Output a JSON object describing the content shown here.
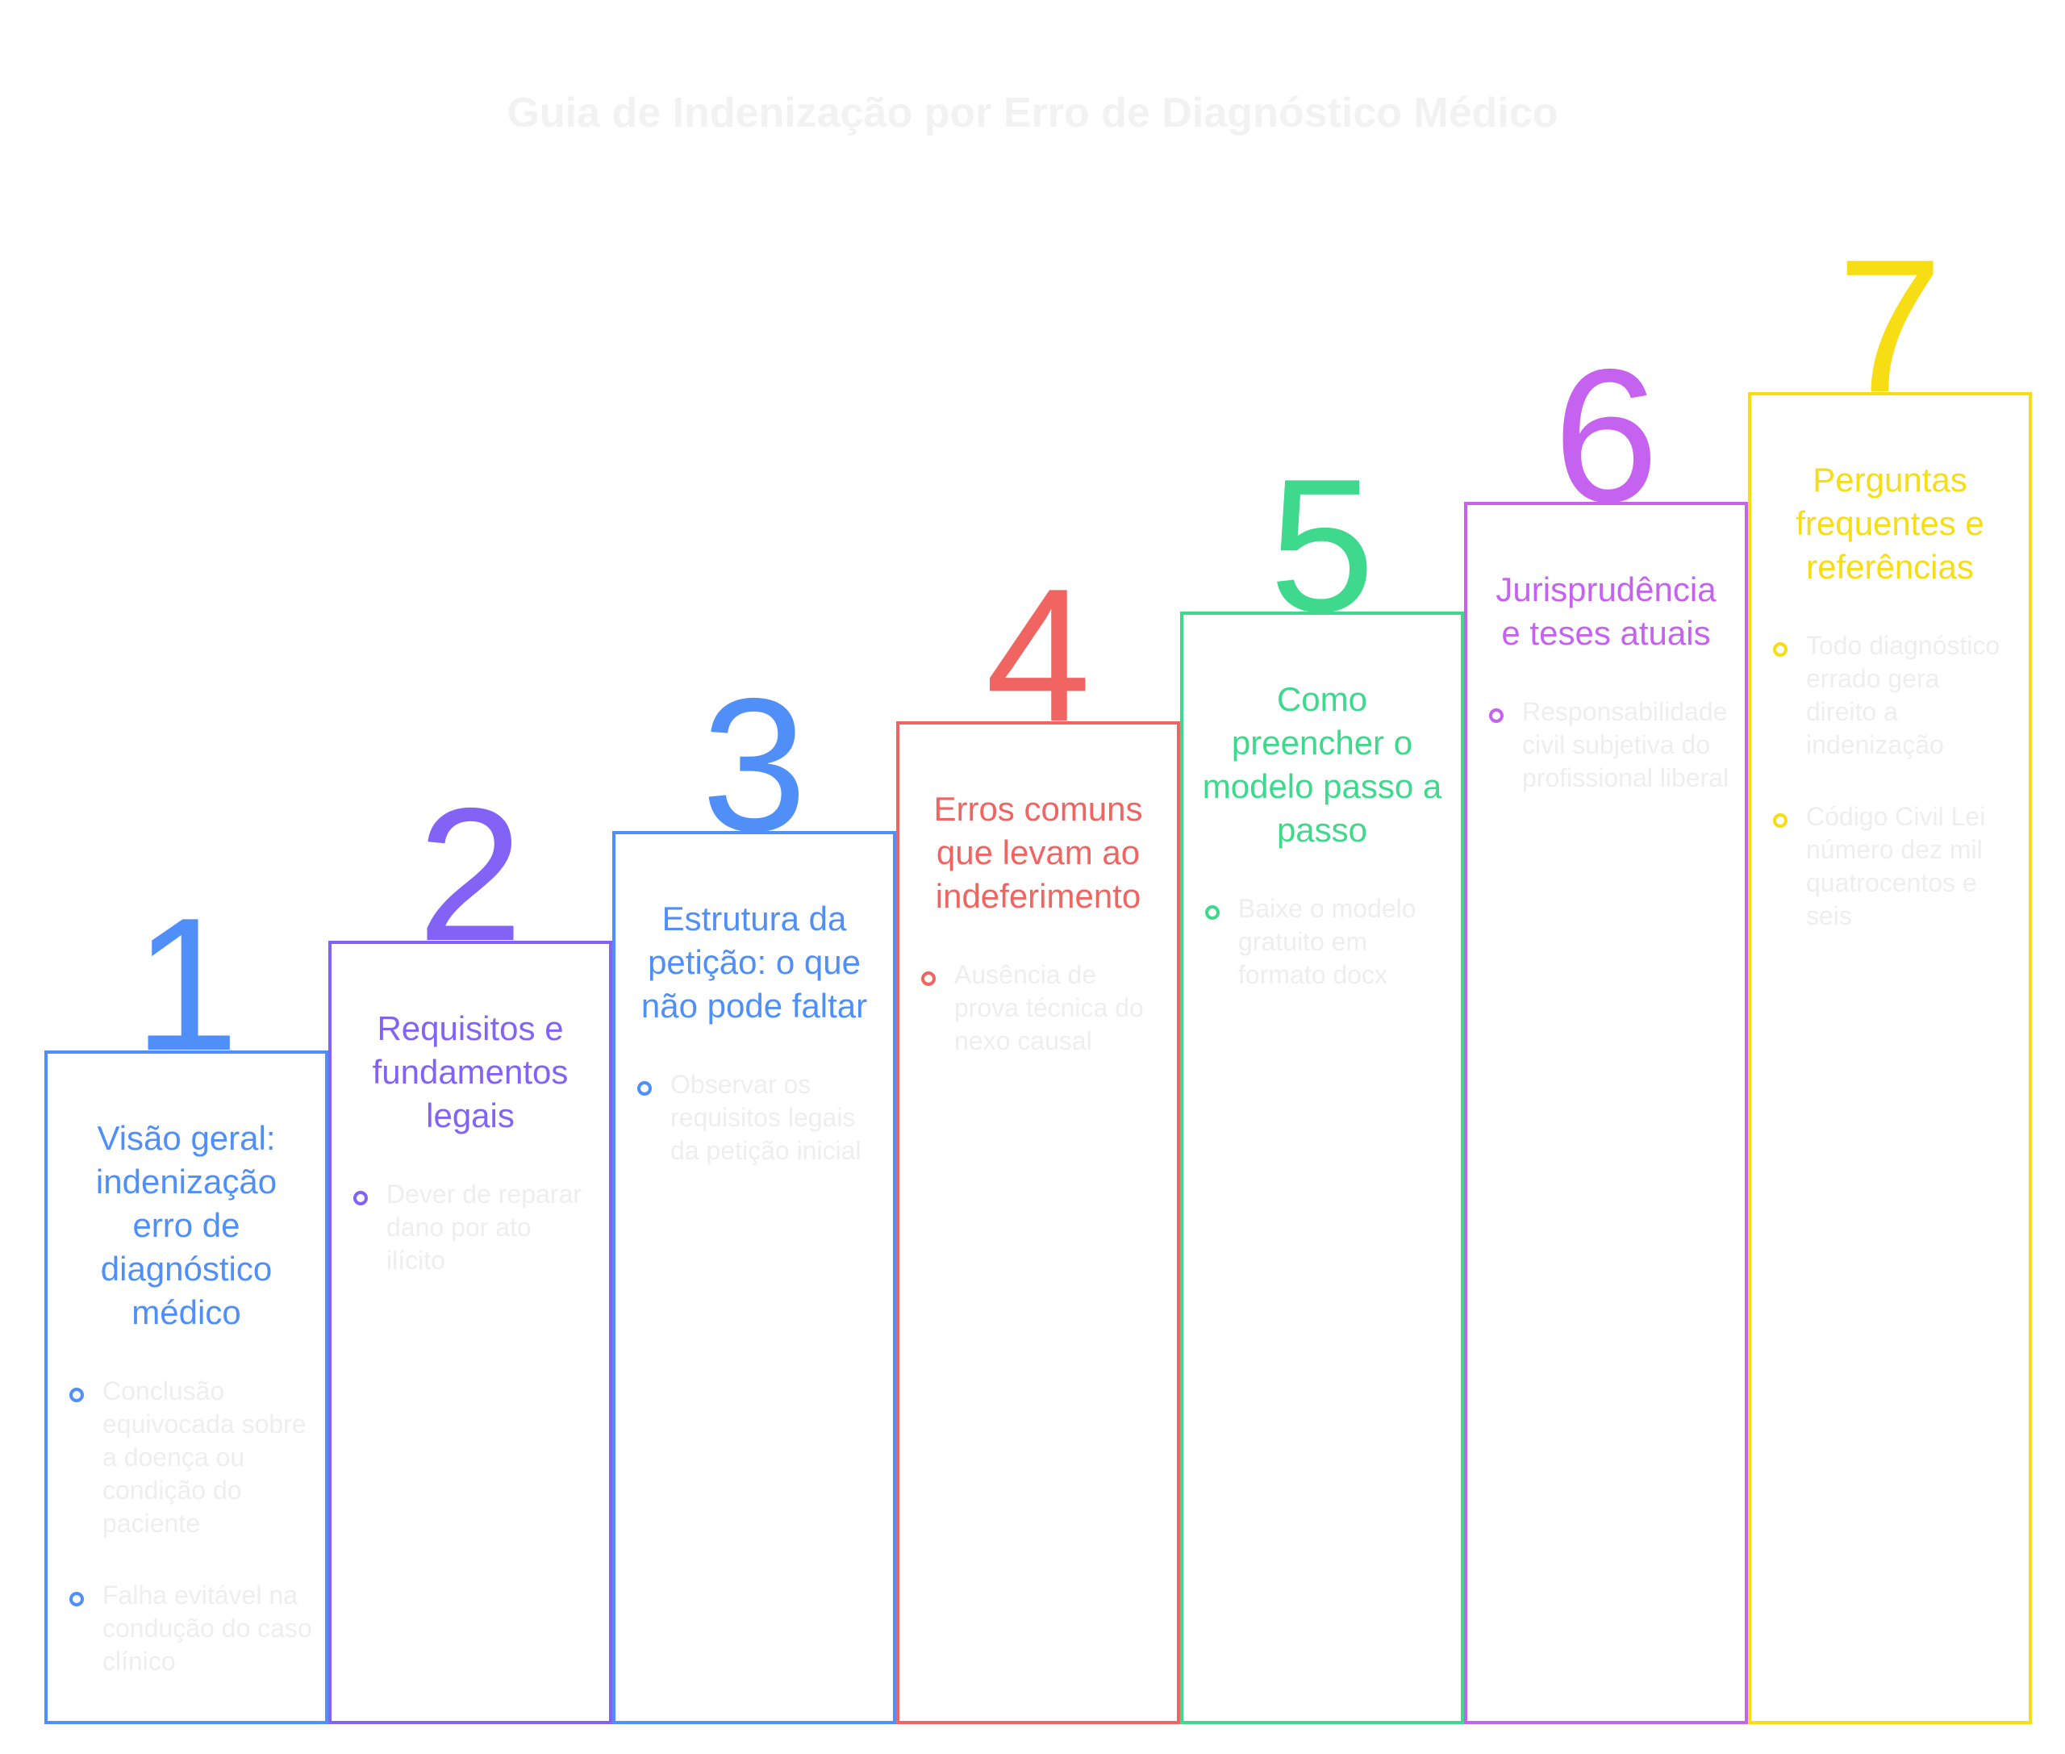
{
  "title": "Guia de Indenização por Erro de Diagnóstico Médico",
  "steps": [
    {
      "number": "1",
      "color": "#4f8ff7",
      "title": "Visão geral: indenização erro de diagnóstico médico",
      "bullets": [
        "Conclusão equivocada sobre a doença ou condição do paciente",
        "Falha evitável na condução do caso clínico"
      ]
    },
    {
      "number": "2",
      "color": "#8263f6",
      "title": "Requisitos e fundamentos legais",
      "bullets": [
        "Dever de reparar dano por ato ilícito"
      ]
    },
    {
      "number": "3",
      "color": "#4f8ff7",
      "title": "Estrutura da petição: o que não pode faltar",
      "bullets": [
        "Observar os requisitos legais da petição inicial"
      ]
    },
    {
      "number": "4",
      "color": "#f06562",
      "title": "Erros comuns que levam ao indeferimento",
      "bullets": [
        "Ausência de prova técnica do nexo causal"
      ]
    },
    {
      "number": "5",
      "color": "#3ed98c",
      "title": "Como preencher o modelo passo a passo",
      "bullets": [
        "Baixe o modelo gratuito em formato docx"
      ]
    },
    {
      "number": "6",
      "color": "#c562f0",
      "title": "Jurisprudência e teses atuais",
      "bullets": [
        "Responsabilidade civil subjetiva do profissional liberal"
      ]
    },
    {
      "number": "7",
      "color": "#f7dd14",
      "title": "Perguntas frequentes e referências",
      "bullets": [
        "Todo diagnóstico errado gera direito a indenização",
        "Código Civil Lei número dez mil quatrocentos e seis"
      ]
    }
  ]
}
